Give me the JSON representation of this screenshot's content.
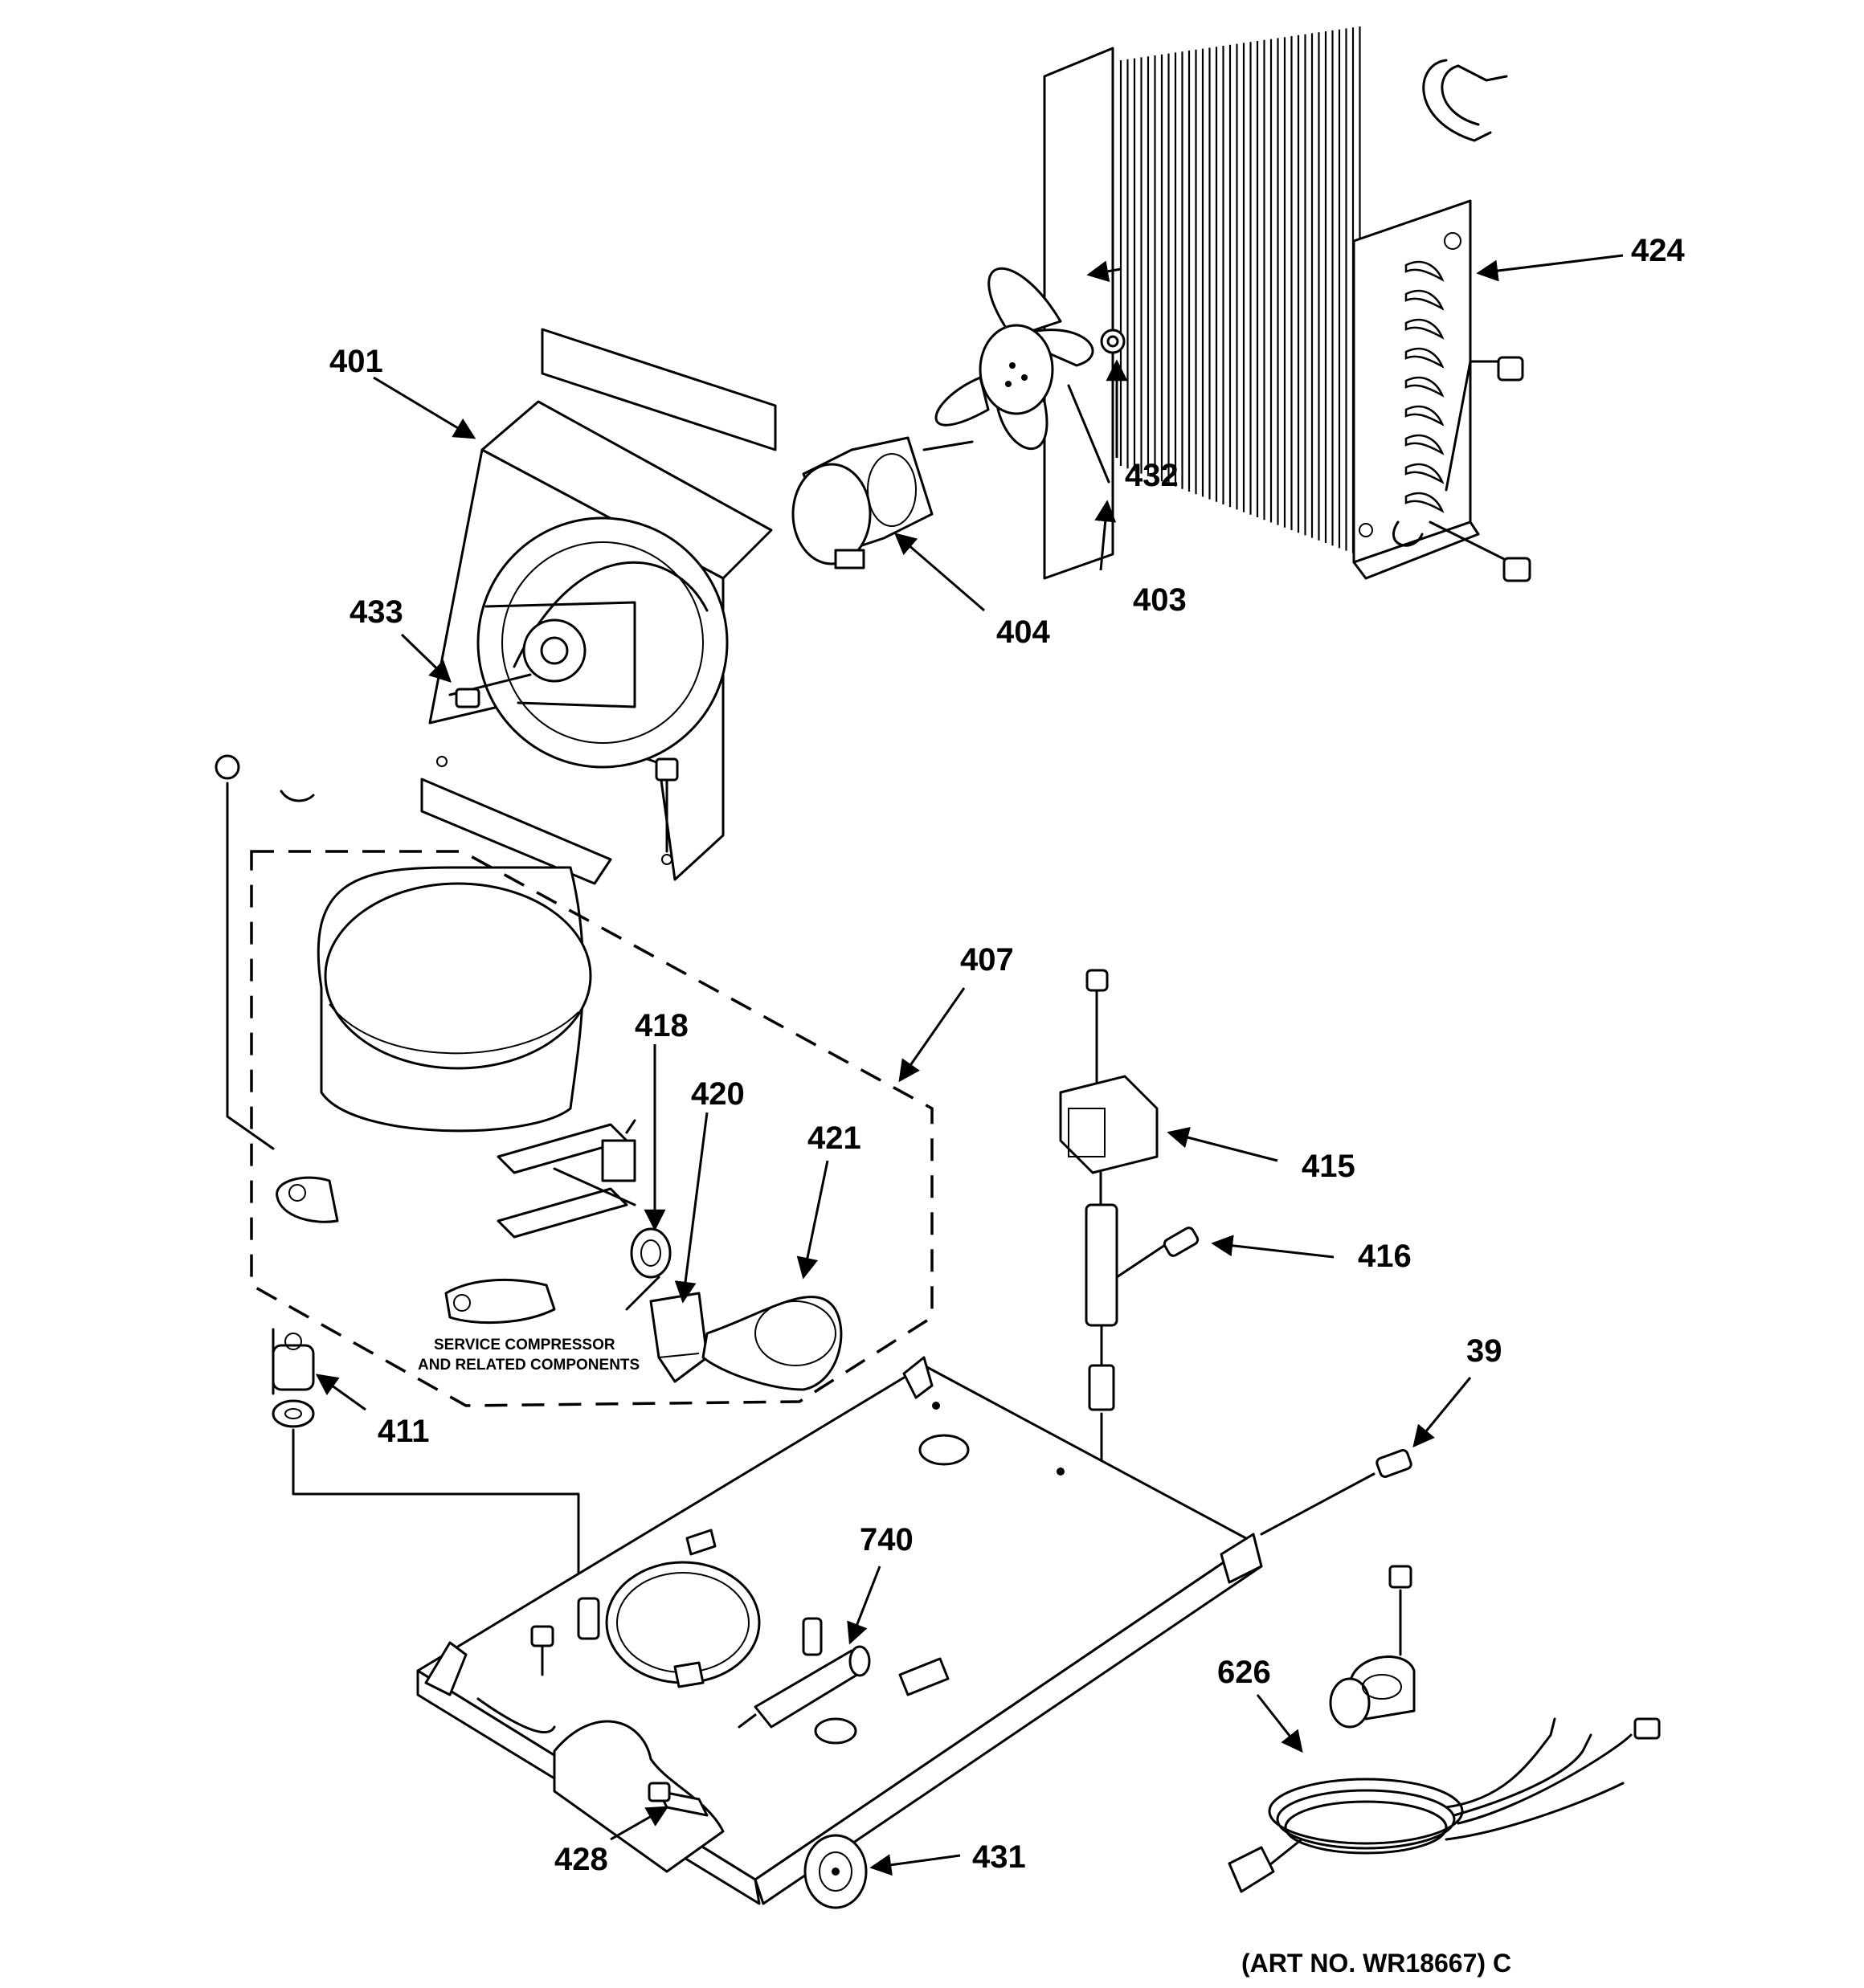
{
  "diagram": {
    "callouts": {
      "p401": "401",
      "p424": "424",
      "p432": "432",
      "p403": "403",
      "p404": "404",
      "p433": "433",
      "p407": "407",
      "p418": "418",
      "p420": "420",
      "p421": "421",
      "p415": "415",
      "p416": "416",
      "p39": "39",
      "p411": "411",
      "p740": "740",
      "p626": "626",
      "p428": "428",
      "p431": "431"
    },
    "service_note_line1": "SERVICE COMPRESSOR",
    "service_note_line2": "AND RELATED COMPONENTS",
    "art_number": "(ART NO. WR18667) C"
  }
}
